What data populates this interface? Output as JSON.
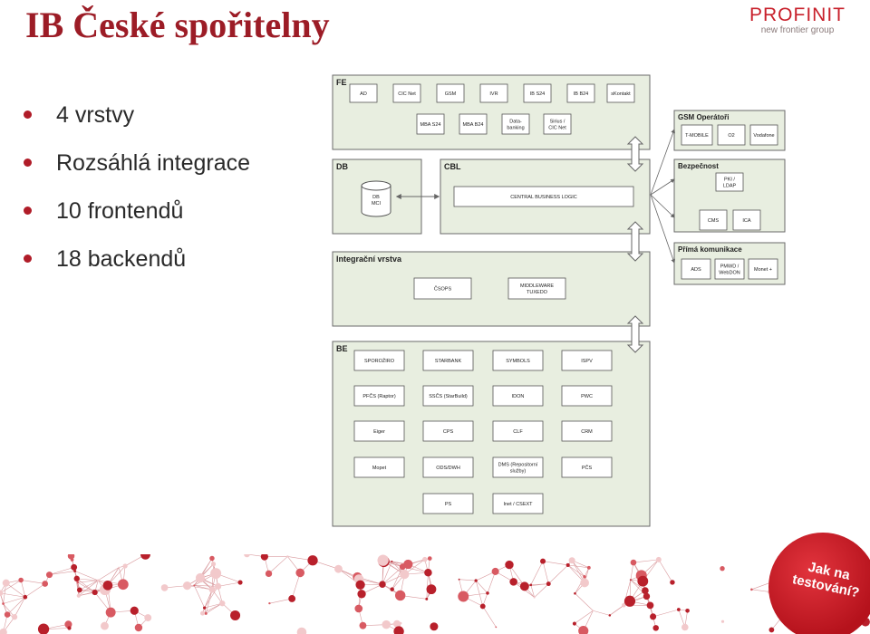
{
  "slide": {
    "title": "IB České spořitelny",
    "bullets": [
      "4 vrstvy",
      "Rozsáhlá integrace",
      "10 frontendů",
      "18 backendů"
    ],
    "badge": {
      "line1": "Jak na",
      "line2": "testování?"
    }
  },
  "logo": {
    "name": "PROFINIT",
    "tagline": "new frontier group"
  },
  "diagram": {
    "fe": {
      "label": "FE",
      "row1": [
        "AD",
        "CIC Net",
        "GSM",
        "IVR",
        "IB S24",
        "IB B24",
        "sKontakt"
      ],
      "row2": [
        "MBA S24",
        "MBA B24",
        "Data-\nbanking",
        "Sirius /\nCIC Net"
      ]
    },
    "db": {
      "label": "DB",
      "cylinder": "DB\nMCI"
    },
    "cbl": {
      "label": "CBL",
      "box": "CENTRAL BUSINESS LOGIC"
    },
    "integration": {
      "label": "Integrační vrstva",
      "boxes": [
        "ČSOPS",
        "MIDDLEWARE\nTUXEDO"
      ]
    },
    "be": {
      "label": "BE",
      "boxes": [
        "SPOROŽIRO",
        "STARBANK",
        "SYMBOLS",
        "ISPV",
        "PFČS (Raptor)",
        "SSČS (StarBuild)",
        "IDON",
        "PWC",
        "Eiger",
        "CPS",
        "CLF",
        "CRM",
        "Mopet",
        "ODS/DWH",
        "DMS (Repositorní\nslužby)",
        "PČS",
        "PS",
        "Inet / CSEXT"
      ]
    },
    "gsm": {
      "label": "GSM Operátoři",
      "boxes": [
        "T-MOBILE",
        "O2",
        "Vodafone"
      ]
    },
    "security": {
      "label": "Bezpečnost",
      "boxes": [
        "PKI /\nLDAP",
        "CMS",
        "ICA"
      ]
    },
    "direct": {
      "label": "Přímá komunikace",
      "boxes": [
        "ADS",
        "PMWD /\nWebDON",
        "Monet +"
      ]
    }
  },
  "colors": {
    "brand": "#9c1c26",
    "panel": "#e8eee0",
    "panel_stroke": "#6a6a6a",
    "box_stroke": "#555555"
  }
}
